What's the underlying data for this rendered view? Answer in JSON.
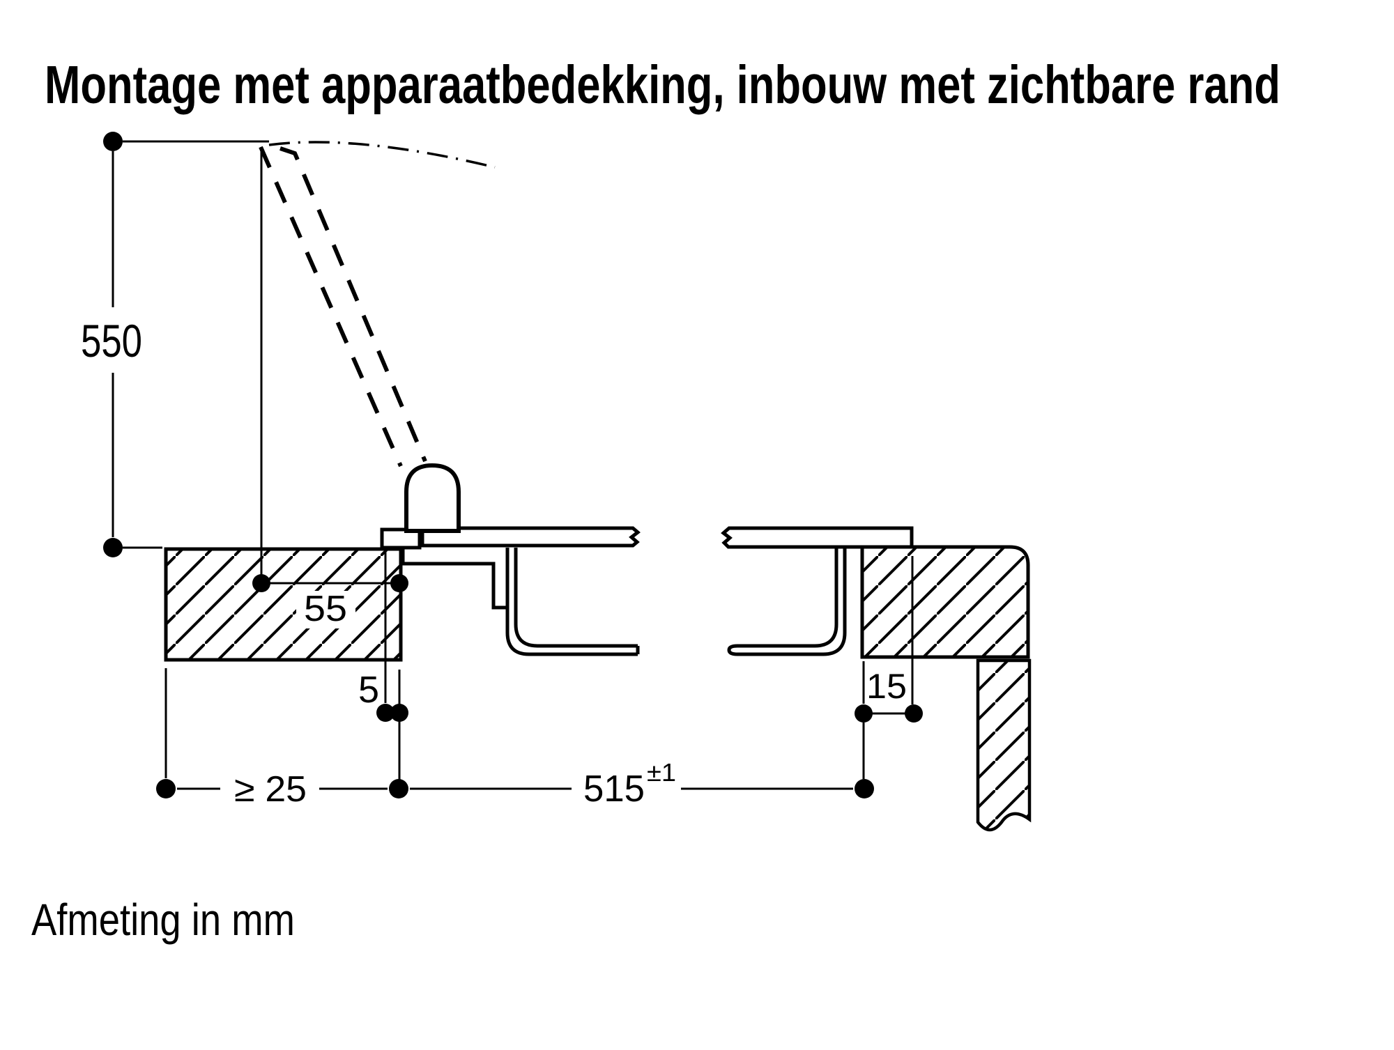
{
  "page": {
    "title": "Montage met apparaatbedekking, inbouw met zichtbare rand",
    "footer": "Afmeting in mm",
    "background_color": "#ffffff",
    "line_color": "#000000"
  },
  "dimensions": {
    "worktop_to_upper_cabinet": "550",
    "hinge_to_cutout_edge": "55",
    "edge_gap": "5",
    "front_overlap": "15",
    "min_side_clearance": "≥ 25",
    "cutout_width": "515",
    "cutout_width_tolerance": "±1"
  }
}
